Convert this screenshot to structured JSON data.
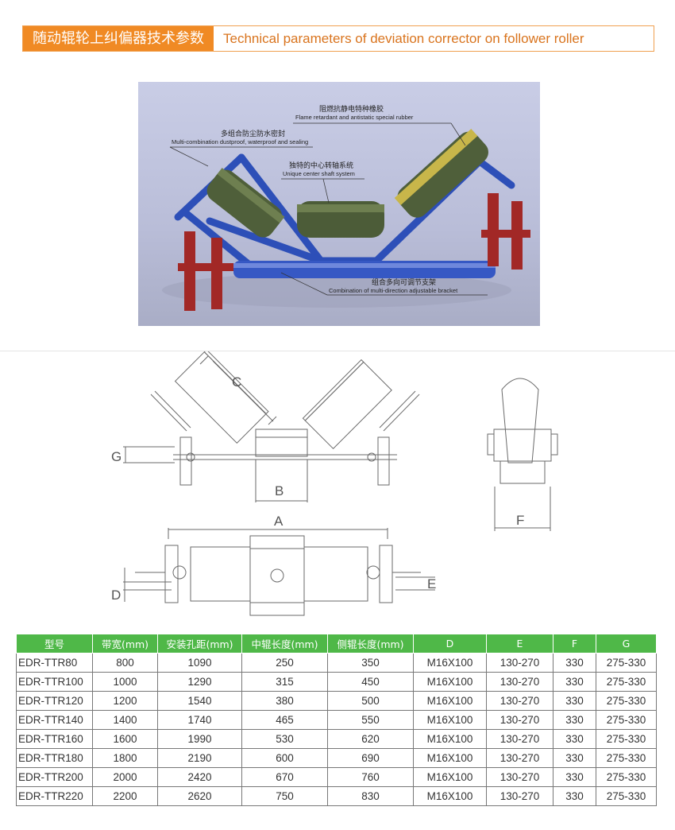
{
  "header": {
    "title_cn": "随动辊轮上纠偏器技术参数",
    "title_en": "Technical parameters of deviation corrector on follower roller"
  },
  "photo": {
    "labels": [
      {
        "zh": "阻燃抗静电特种橡胶",
        "en": "Flame retardant and antistatic special rubber"
      },
      {
        "zh": "多组合防尘防水密封",
        "en": "Multi-combination dustproof, waterproof and sealing"
      },
      {
        "zh": "独特的中心转轴系统",
        "en": "Unique center shaft system"
      },
      {
        "zh": "组合多向可调节支架",
        "en": "Combination of multi-direction adjustable bracket"
      }
    ]
  },
  "drawing": {
    "dims": {
      "a": "A",
      "b": "B",
      "c": "C",
      "d": "D",
      "e": "E",
      "f": "F",
      "g": "G"
    }
  },
  "table": {
    "headers": [
      "型号",
      "带宽(mm)",
      "安装孔距(mm)",
      "中辊长度(mm)",
      "侧辊长度(mm)",
      "D",
      "E",
      "F",
      "G"
    ],
    "rows": [
      [
        "EDR-TTR80",
        "800",
        "1090",
        "250",
        "350",
        "M16X100",
        "130-270",
        "330",
        "275-330"
      ],
      [
        "EDR-TTR100",
        "1000",
        "1290",
        "315",
        "450",
        "M16X100",
        "130-270",
        "330",
        "275-330"
      ],
      [
        "EDR-TTR120",
        "1200",
        "1540",
        "380",
        "500",
        "M16X100",
        "130-270",
        "330",
        "275-330"
      ],
      [
        "EDR-TTR140",
        "1400",
        "1740",
        "465",
        "550",
        "M16X100",
        "130-270",
        "330",
        "275-330"
      ],
      [
        "EDR-TTR160",
        "1600",
        "1990",
        "530",
        "620",
        "M16X100",
        "130-270",
        "330",
        "275-330"
      ],
      [
        "EDR-TTR180",
        "1800",
        "2190",
        "600",
        "690",
        "M16X100",
        "130-270",
        "330",
        "275-330"
      ],
      [
        "EDR-TTR200",
        "2000",
        "2420",
        "670",
        "760",
        "M16X100",
        "130-270",
        "330",
        "275-330"
      ],
      [
        "EDR-TTR220",
        "2200",
        "2620",
        "750",
        "830",
        "M16X100",
        "130-270",
        "330",
        "275-330"
      ]
    ]
  }
}
